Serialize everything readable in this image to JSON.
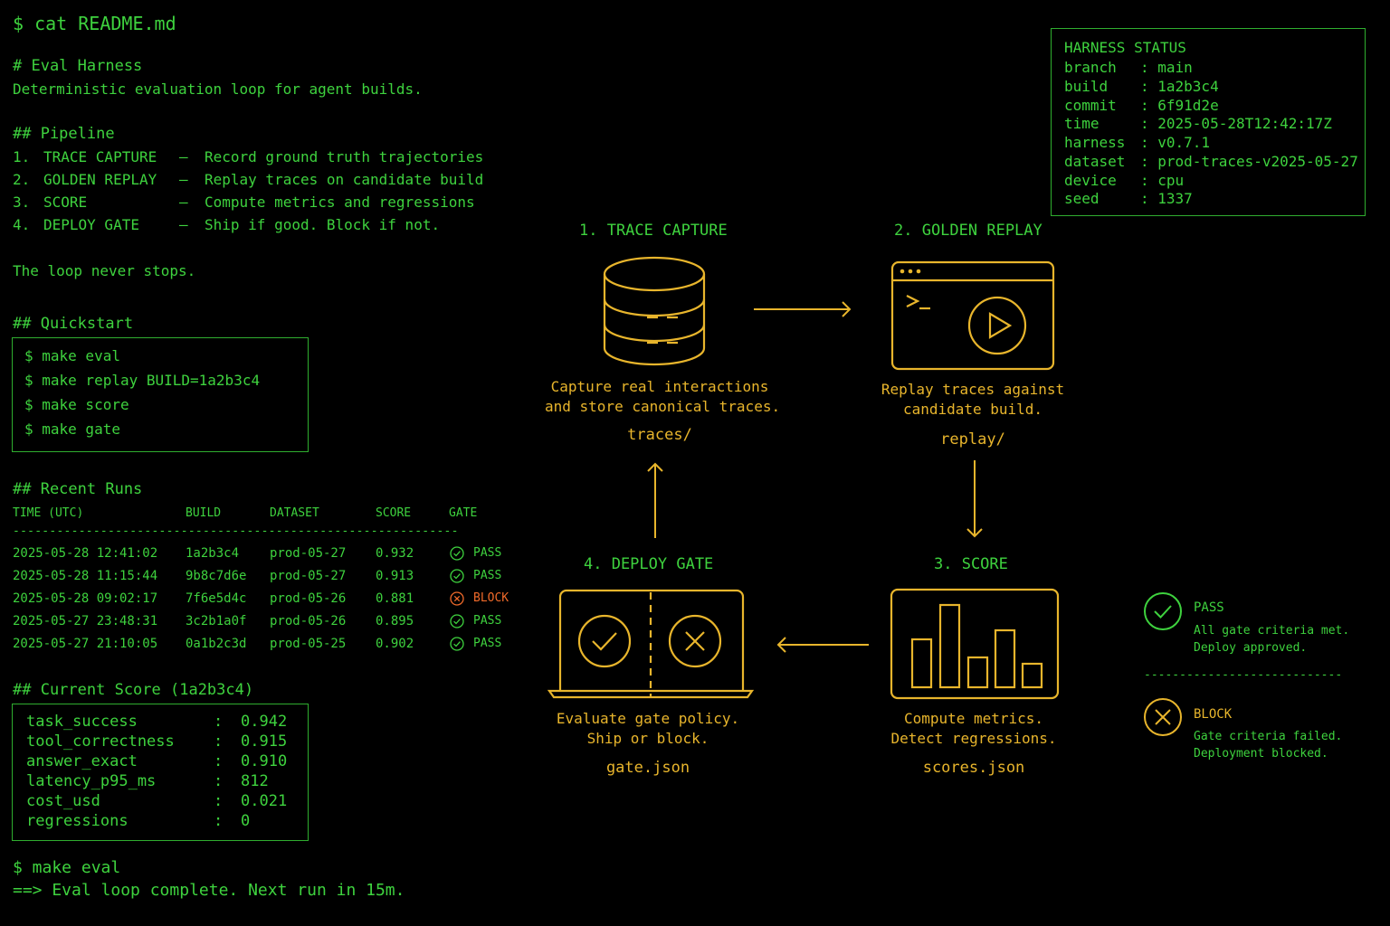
{
  "terminal": {
    "prompt_cmd": "$ cat README.md",
    "heading": "# Eval Harness",
    "description": "Deterministic evaluation loop for agent builds.",
    "pipeline_heading": "## Pipeline",
    "pipeline": [
      {
        "num": "1.",
        "name": "TRACE CAPTURE",
        "dash": "–",
        "desc": "Record ground truth trajectories"
      },
      {
        "num": "2.",
        "name": "GOLDEN REPLAY",
        "dash": "–",
        "desc": "Replay traces on candidate build"
      },
      {
        "num": "3.",
        "name": "SCORE",
        "dash": "–",
        "desc": "Compute metrics and regressions"
      },
      {
        "num": "4.",
        "name": "DEPLOY GATE",
        "dash": "–",
        "desc": "Ship if good. Block if not."
      }
    ],
    "loop_note": "The loop never stops.",
    "quickstart_heading": "## Quickstart",
    "quickstart": [
      "$ make eval",
      "$ make replay BUILD=1a2b3c4",
      "$ make score",
      "$ make gate"
    ],
    "runs_heading": "## Recent Runs",
    "runs_columns": [
      "TIME (UTC)",
      "BUILD",
      "DATASET",
      "SCORE",
      "GATE"
    ],
    "runs_divider": "-------------------------------------------------------------",
    "runs": [
      {
        "time": "2025-05-28 12:41:02",
        "build": "1a2b3c4",
        "dataset": "prod-05-27",
        "score": "0.932",
        "gate": "PASS"
      },
      {
        "time": "2025-05-28 11:15:44",
        "build": "9b8c7d6e",
        "dataset": "prod-05-27",
        "score": "0.913",
        "gate": "PASS"
      },
      {
        "time": "2025-05-28 09:02:17",
        "build": "7f6e5d4c",
        "dataset": "prod-05-26",
        "score": "0.881",
        "gate": "BLOCK"
      },
      {
        "time": "2025-05-27 23:48:31",
        "build": "3c2b1a0f",
        "dataset": "prod-05-26",
        "score": "0.895",
        "gate": "PASS"
      },
      {
        "time": "2025-05-27 21:10:05",
        "build": "0a1b2c3d",
        "dataset": "prod-05-25",
        "score": "0.902",
        "gate": "PASS"
      }
    ],
    "score_heading": "## Current Score (1a2b3c4)",
    "metrics": [
      {
        "name": "task_success",
        "sep": ":",
        "value": "0.942"
      },
      {
        "name": "tool_correctness",
        "sep": ":",
        "value": "0.915"
      },
      {
        "name": "answer_exact",
        "sep": ":",
        "value": "0.910"
      },
      {
        "name": "latency_p95_ms",
        "sep": ":",
        "value": "812"
      },
      {
        "name": "cost_usd",
        "sep": ":",
        "value": "0.021"
      },
      {
        "name": "regressions",
        "sep": ":",
        "value": "0"
      }
    ],
    "final_cmd": "$ make eval",
    "final_output": "==> Eval loop complete. Next run in 15m."
  },
  "status": {
    "title": "HARNESS STATUS",
    "rows": [
      {
        "key": "branch",
        "value": ": main"
      },
      {
        "key": "build",
        "value": ": 1a2b3c4"
      },
      {
        "key": "commit",
        "value": ": 6f91d2e"
      },
      {
        "key": "time",
        "value": ": 2025-05-28T12:42:17Z"
      },
      {
        "key": "harness",
        "value": ": v0.7.1"
      },
      {
        "key": "dataset",
        "value": ": prod-traces-v2025-05-27"
      },
      {
        "key": "device",
        "value": ": cpu"
      },
      {
        "key": "seed",
        "value": ": 1337"
      }
    ]
  },
  "diagram": {
    "trace": {
      "title": "1. TRACE CAPTURE",
      "line1": "Capture real interactions",
      "line2": "and store canonical traces.",
      "file": "traces/"
    },
    "replay": {
      "title": "2. GOLDEN REPLAY",
      "line1": "Replay traces against",
      "line2": "candidate build.",
      "file": "replay/"
    },
    "score": {
      "title": "3. SCORE",
      "line1": "Compute metrics.",
      "line2": "Detect regressions.",
      "file": "scores.json"
    },
    "gate": {
      "title": "4. DEPLOY GATE",
      "line1": "Evaluate gate policy.",
      "line2": "Ship or block.",
      "file": "gate.json"
    }
  },
  "legend": {
    "pass": {
      "label": "PASS",
      "line1": "All gate criteria met.",
      "line2": "Deploy approved."
    },
    "divider": "----------------------------",
    "block": {
      "label": "BLOCK",
      "line1": "Gate criteria failed.",
      "line2": "Deployment blocked."
    }
  },
  "colors": {
    "green": "#3ed23e",
    "amber": "#e8b52c",
    "orange": "#f06a2a",
    "background": "#000000"
  }
}
